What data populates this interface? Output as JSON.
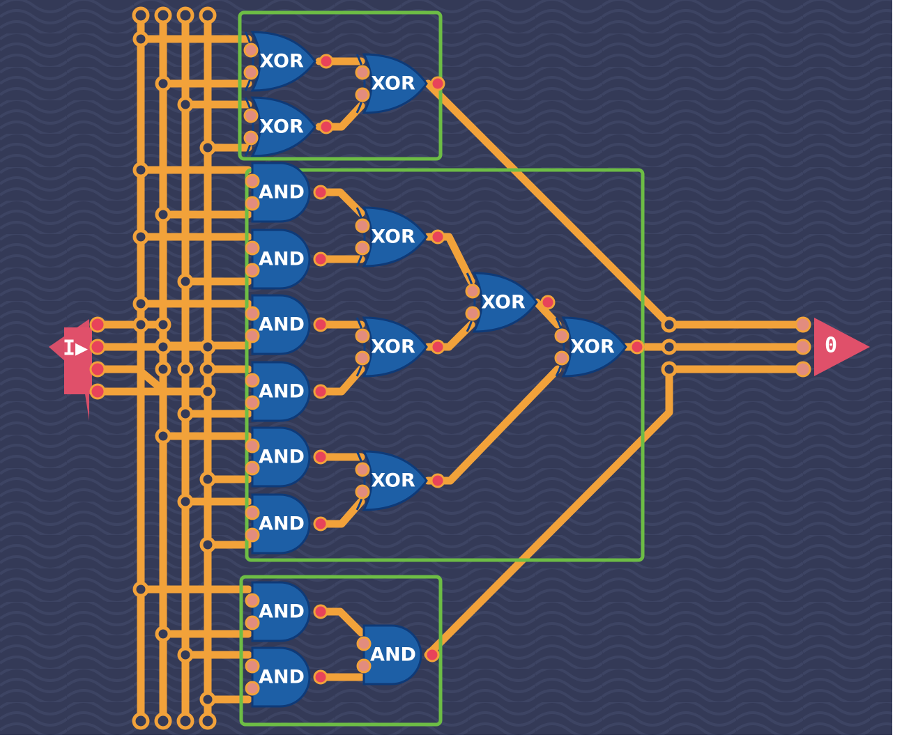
{
  "input_component": {
    "label": "I▶"
  },
  "output_component": {
    "label": "0"
  },
  "groups": [
    {
      "gates": [
        {
          "type": "XOR",
          "label": "XOR"
        },
        {
          "type": "XOR",
          "label": "XOR"
        },
        {
          "type": "XOR",
          "label": "XOR"
        }
      ]
    },
    {
      "gates": [
        {
          "type": "AND",
          "label": "AND"
        },
        {
          "type": "AND",
          "label": "AND"
        },
        {
          "type": "AND",
          "label": "AND"
        },
        {
          "type": "AND",
          "label": "AND"
        },
        {
          "type": "AND",
          "label": "AND"
        },
        {
          "type": "AND",
          "label": "AND"
        },
        {
          "type": "XOR",
          "label": "XOR"
        },
        {
          "type": "XOR",
          "label": "XOR"
        },
        {
          "type": "XOR",
          "label": "XOR"
        },
        {
          "type": "XOR",
          "label": "XOR"
        },
        {
          "type": "XOR",
          "label": "XOR"
        }
      ]
    },
    {
      "gates": [
        {
          "type": "AND",
          "label": "AND"
        },
        {
          "type": "AND",
          "label": "AND"
        },
        {
          "type": "AND",
          "label": "AND"
        }
      ]
    }
  ],
  "colors": {
    "background": "#343a57",
    "wire": "#f2a23a",
    "gate": "#1d5fa6",
    "group_outline": "#6dbd45",
    "io_component": "#e0506a"
  }
}
